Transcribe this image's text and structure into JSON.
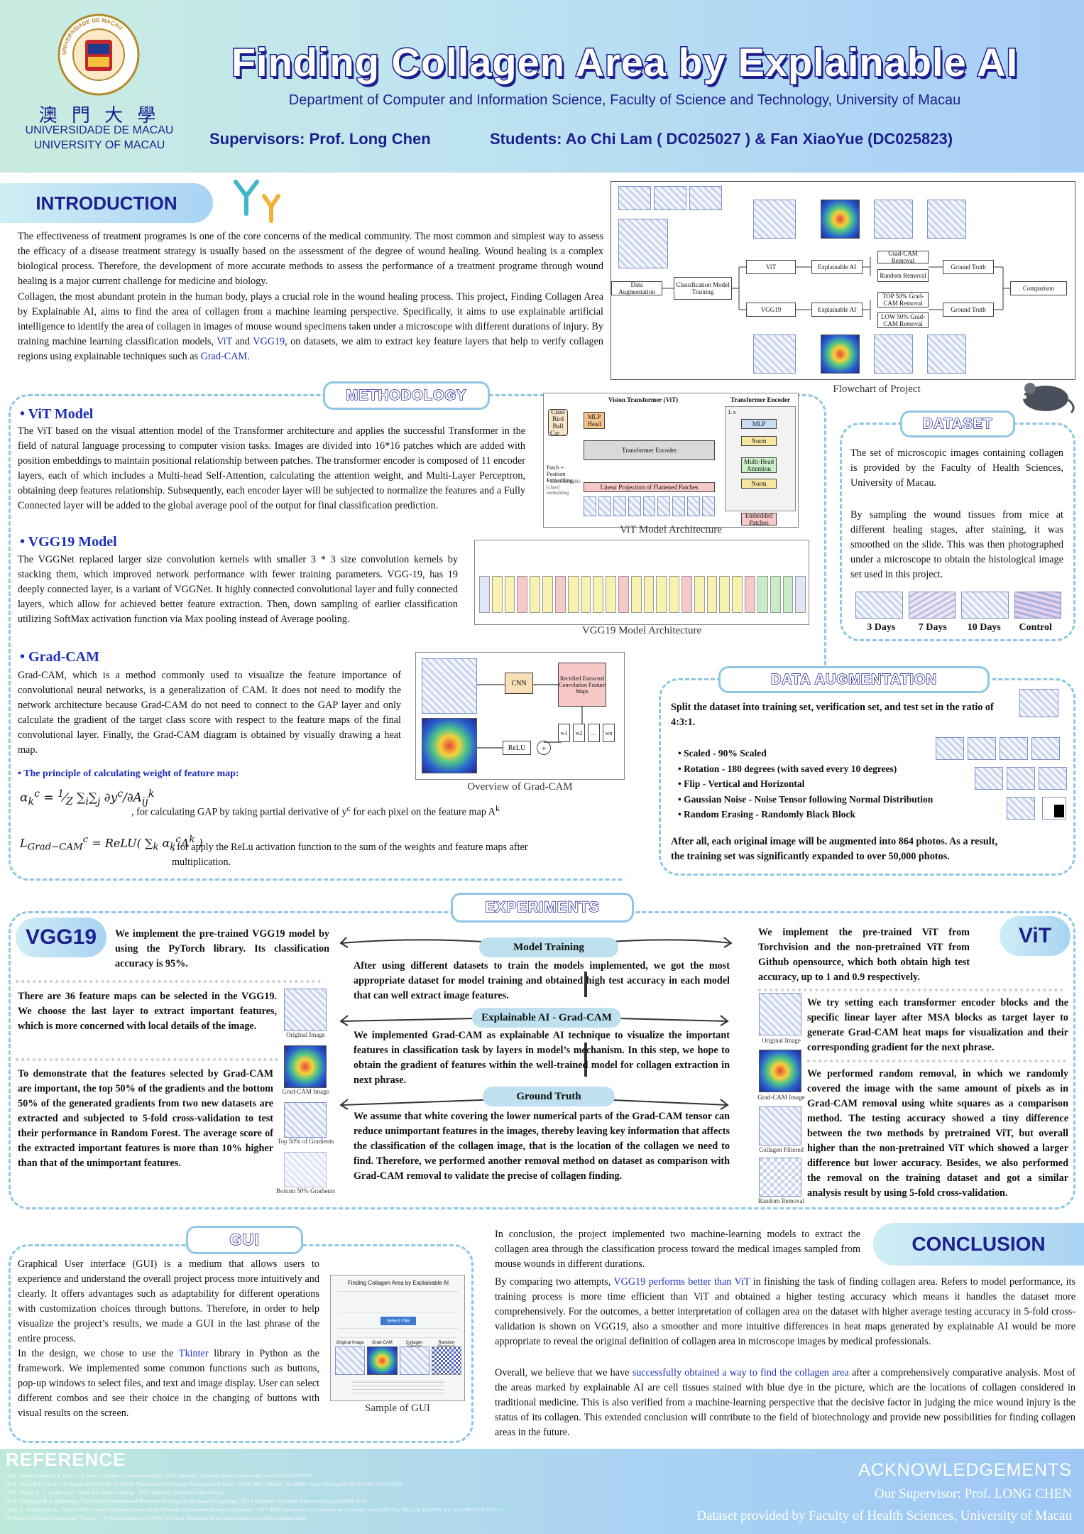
{
  "header": {
    "title": "Finding Collagen Area by Explainable AI",
    "department": "Department of Computer and Information Science, Faculty of Science and Technology, University of Macau",
    "supervisors": "Supervisors: Prof. Long Chen",
    "students": "Students: Ao Chi Lam ( DC025027 ) &  Fan XiaoYue (DC025823)",
    "logo_chinese": "澳 門 大 學",
    "logo_pt": "UNIVERSIDADE DE MACAU",
    "logo_en": "UNIVERSITY OF MACAU",
    "logo_ring": "UNIVERSIDADE DE MACAU"
  },
  "intro": {
    "heading": "INTRODUCTION",
    "p1": "The effectiveness of treatment programes is one of the core concerns of the medical community. The most common and simplest way to assess the efficacy of a disease treatment strategy is usually based on the assessment of the degree of wound healing. Wound healing is a complex biological process. Therefore, the development of more accurate methods to assess the performance of a treatment programe through wound healing is a major current challenge for medicine and biology.",
    "p2a": "Collagen, the most abundant protein in the human body, plays a crucial role in the wound healing process. This project, Finding Collagen Area by Explainable AI, aims to find the area of collagen from a machine learning perspective. Specifically, it aims to use explainable artificial intelligence to identify the area of collagen in images of mouse wound specimens taken under a microscope with different durations of injury. By training machine learning classification models,",
    "vit": "ViT",
    "and": "and",
    "vgg": "VGG19",
    "p2b": ", on datasets, we aim to extract key feature layers that help to verify collagen regions using explainable techniques such as",
    "gradcam": "Grad-CAM",
    "p2c": "."
  },
  "flowchart": {
    "caption": "Flowchart of Project",
    "data_aug": "Data Augmentation",
    "cls": "Classification Model Training",
    "vit": "ViT",
    "vgg": "VGG19",
    "xai1": "Explainable AI",
    "xai2": "Explainable AI",
    "gcr": "Grad-CAM Removal",
    "rr": "Random Removal",
    "top": "TOP 50% Grad-CAM Removal",
    "low": "LOW 50% Grad-CAM Removal",
    "gt1": "Ground Truth",
    "gt2": "Ground Truth",
    "cmp": "Comparison"
  },
  "method": {
    "heading": "METHODOLOGY",
    "vit_title": "ViT Model",
    "vit_text": "The ViT based on the visual attention model of the Transformer architecture and applies the successful Transformer in the field of natural language processing to computer vision tasks.  Images are divided into 16*16 patches which are added with position embeddings to maintain positional relationship between patches. The transformer encoder is composed of 11 encoder layers, each of which includes a Multi-head Self-Attention, calculating the attention weight, and Multi-Layer Perceptron, obtaining deep features relationship. Subsequently, each encoder layer will be subjected to normalize the features and a Fully Connected layer will be added to the global average pool of the output for final classification prediction.",
    "vit_caption": "ViT Model Architecture",
    "vit_fig": {
      "t1": "Vision Transformer (ViT)",
      "t2": "Transformer Encoder",
      "cls": "Class Bird Ball Car ...",
      "mlp": "MLP Head",
      "enc": "Transformer Encoder",
      "patch": "Patch + Position Embedding",
      "extra": "* Extra learnable [class] embedding",
      "lin": "Linear Projection of Flattened Patches",
      "lx": "L x",
      "mlp2": "MLP",
      "norm": "Norm",
      "mha": "Multi-Head Attention",
      "norm2": "Norm",
      "emb": "Embedded Patches"
    },
    "vgg_title": "VGG19 Model",
    "vgg_text": "The VGGNet replaced larger size convolution kernels with smaller 3 * 3 size convolution kernels by stacking them, which improved network performance with fewer training parameters. VGG-19, has 19 deeply connected layer, is a variant of VGGNet. It highly connected convolutional layer and fully connected layers, which allow for achieved better feature extraction. Then, down sampling of earlier classification utilizing SoftMax activation function via Max pooling instead of Average pooling.",
    "vgg_caption": "VGG19 Model Architecture",
    "gc_title": "Grad-CAM",
    "gc_text": "Grad-CAM, which is a method commonly used to visualize the feature importance of convolutional neural networks, is a generalization of CAM. It does not need to modify the network architecture because Grad-CAM do not need to connect to the GAP layer and only calculate the gradient of the target class score with respect to the feature maps of the final convolutional layer. Finally, the Grad-CAM diagram is obtained by visually drawing a heat map.",
    "gc_caption": "Overview of Grad-CAM",
    "gc_fig": {
      "cnn": "CNN",
      "rect": "Rectified Extracted Convolution Feature Maps",
      "relu": "ReLU",
      "plus": "+"
    },
    "principle": "The principle of calculating weight of feature map:",
    "eq1_text": ", for calculating GAP by taking partial derivative of y",
    "eq1_text2": "for each pixel on the feature map A",
    "eq2_text": ", for apply the ReLu activation function to the sum of the weights and feature maps after multiplication."
  },
  "dataset": {
    "heading": "DATASET",
    "p1": "The set of microscopic images containing collagen is provided by the Faculty of Health Sciences, University of Macau.",
    "p2": "By sampling the wound tissues from mice at different healing stages, after staining, it was smoothed on the slide. This was then photographed under a microscope to obtain the histological image set used in this project.",
    "labels": [
      "3 Days",
      "7 Days",
      "10 Days",
      "Control"
    ]
  },
  "augment": {
    "heading": "DATA AUGMENTATION",
    "intro": "Split the dataset into training set, verification set, and test set in the ratio of 4:3:1.",
    "items": [
      "Scaled - 90% Scaled",
      "Rotation - 180 degrees (with saved every 10 degrees)",
      "Flip - Vertical and Horizontal",
      "Gaussian Noise - Noise Tensor following Normal Distribution",
      "Random Erasing - Randomly Black Block"
    ],
    "outro": "After all, each original image will be augmented into 864 photos. As a result, the training set was significantly expanded to over 50,000 photos."
  },
  "experiments": {
    "heading": "EXPERIMENTS",
    "vgg_pill": "VGG19",
    "vit_pill": "ViT",
    "vgg_p1": "We implement the pre-trained VGG19 model by using the PyTorch library. Its classification accuracy is 95%.",
    "vgg_p2": "There are 36 feature maps can be selected in the VGG19. We choose the last layer to extract important features, which is more concerned with local details of the image.",
    "vgg_p3": "To demonstrate that the features selected by Grad-CAM are important, the top 50% of the gradients and the bottom 50% of the generated gradients from two new datasets are extracted and subjected to 5-fold cross-validation to test their performance in Random Forest. The average score of the extracted important features is more than 10% higher than that of the unimportant features.",
    "vgg_caps": [
      "Original Image",
      "Grad-CAM Image",
      "Top 50% of Gradients",
      "Bottom 50% Gradients"
    ],
    "mt": "Model Training",
    "mt_text": "After using different datasets to train the models implemented, we got the most appropriate dataset for model training and obtained high test accuracy in each model that can well extract image features.",
    "xai": "Explainable AI - Grad-CAM",
    "xai_text": "We implemented Grad-CAM as explainable AI technique to visualize the important features in classification task by layers in model’s mechanism. In this step, we hope to obtain the gradient of features within the well-trained model for collagen extraction in next phrase.",
    "gt": "Ground Truth",
    "gt_text": "We assume that white covering the lower numerical parts of the Grad-CAM tensor can reduce unimportant features in the images, thereby leaving key information that affects the classification of the collagen image, that is the location of the collagen we need to find. Therefore, we performed another removal method on dataset as comparison with Grad-CAM removal to validate the precise of collagen finding.",
    "vit_p1": "We implement the pre-trained ViT from Torchvision and the non-pretrained ViT from Github opensource, which both obtain high test accuracy, up to 1 and 0.9 respectively.",
    "vit_p2": "We try setting each transformer encoder blocks and the specific linear layer after MSA blocks as target layer to generate Grad-CAM heat maps for visualization and their corresponding gradient for the next phrase.",
    "vit_p3": "We performed random removal, in which we randomly covered the image with the same amount of pixels as in Grad-CAM removal using white squares as a comparison method. The testing accuracy showed a tiny difference between the two methods by pretrained ViT, but overall higher than the non-pretrained ViT which showed a larger difference but lower accuracy. Besides, we also performed the removal on the training dataset and got a similar analysis result by using 5-fold cross-validation.",
    "vit_caps": [
      "Original Image",
      "Grad-CAM Image",
      "Collagen Filtered",
      "Random Removal"
    ]
  },
  "gui": {
    "heading": "GUI",
    "p1": "Graphical User interface (GUI) is a medium that allows users to experience and understand the overall project process more intuitively and clearly. It offers advantages such as adaptability for different operations with customization choices through buttons. Therefore, in order to help visualize the project’s results, we made a GUI in the last phrase of the entire process.",
    "p2a": "In the design, we chose to use the",
    "tk": "Tkinter",
    "p2b": "library in Python as the framework. We implemented some common functions such as buttons, pop-up windows to select files, and text and image display. User can select different combos and see their choice in the changing of buttons with visual results on the screen.",
    "caption": "Sample of GUI",
    "win_title": "Finding Collagen Area by Explainable AI",
    "win_btn": "Select File",
    "img_labels": [
      "Original Image",
      "Grad-CAM",
      "Collagen Filtered",
      "Random Removal"
    ]
  },
  "conclusion": {
    "heading": "CONCLUSION",
    "intro": "In conclusion, the project implemented two machine-learning models to extract the collagen area through the classification process toward the medical images sampled from mouse wounds in different durations.",
    "p1a": "By comparing two attempts,",
    "hl1": "VGG19 performs better than ViT",
    "p1b": "in finishing the task of finding collagen area. Refers to model performance, its training process is more time efficient than ViT and obtained a higher testing accuracy which means it handles the dataset more comprehensively. For the outcomes, a better interpretation of collagen area on the dataset with higher average testing accuracy in 5-fold cross-validation is shown on VGG19, also a smoother and more intuitive differences in heat maps generated by explainable AI would be more appropriate to reveal the original definition of collagen area in microscope images by medical professionals.",
    "p2a": "Overall, we believe that we have",
    "hl2": "successfully obtained a way to find the collagen area",
    "p2b": "after a comprehensively comparative analysis. Most of the areas marked by explainable AI are cell tissues stained with blue dye in the picture, which are the locations of collagen considered in traditional medicine. This is also verified from a machine-learning perspective that the decisive factor in judging the mice wound injury is the status of its collagen. This extended conclusion will contribute to the field of biotechnology and provide new possibilities for finding collagen areas in the future."
  },
  "reference": {
    "heading": "REFERENCE",
    "items": [
      "[1] K. Mathew-Steiner, S. Roy, C. K. Sen, \"Collagen in Wound Healing,\" 2021. [Online]. Available: https://www.mdpi.com/2306-5354/8/5/63",
      "[2] A. Dosovitskiy et al., \"An Image is Worth 16x16 Words: Transformers for Image Recognition at Scale,\" ICLR 2021. [Online]. Available: https://doi.org/10.48550/arXiv.2010.11929",
      "[3] A. Zhang, Z. C. Lipton et al., \"Dive into Deep Learning,\" 2023. [Online]. Available: https://d2l.ai/",
      "[4] K. Simonyan & A. Zisserman, \"Very Deep Convolutional Networks for Large-Scale Image Recognition,\" 2014. [Online]. Available: https://arxiv.org/abs/1409.1556",
      "[5] R. R. Selvaraju et al., \"Grad-CAM: Visual Explanations from Deep Networks via Gradient-Based Localization,\" 2017 IEEE International Conference on Computer Vision (ICCV), 2017, pp. 618-626. doi: 10.1109/ICCV.2017.74",
      "[6] Python Software Foundation, \"Tkinter — Python interface to Tcl/Tk,\" [Online]. Available: https://docs.python.org/3/library/tkinter.html"
    ]
  },
  "ack": {
    "heading": "ACKNOWLEDGEMENTS",
    "l1": "Our Supervisor: Prof. LONG CHEN",
    "l2": "Dataset provided by Faculty of Health Sciences, University of Macau"
  }
}
